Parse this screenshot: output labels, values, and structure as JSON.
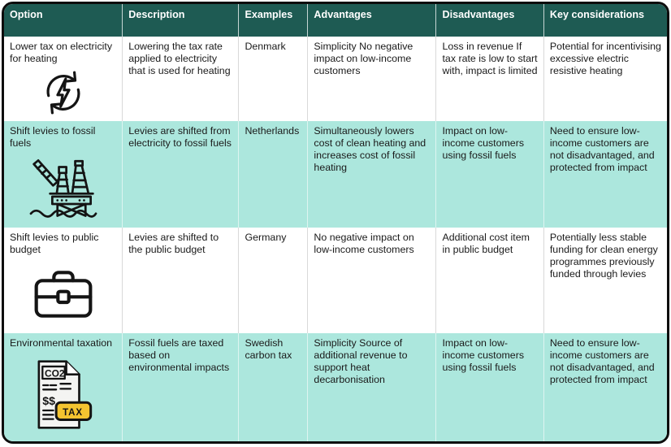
{
  "table": {
    "columns": [
      "Option",
      "Description",
      "Examples",
      "Advantages",
      "Disadvantages",
      "Key considerations"
    ],
    "rows": [
      {
        "option": "Lower tax on electricity for heating",
        "icon": "electricity-cycle-icon",
        "description": "Lowering the tax rate applied to electricity that is used for heating",
        "examples": "Denmark",
        "advantages": "Simplicity No negative impact on low-income customers",
        "disadvantages": "Loss in revenue If tax rate is low to start with, impact is limited",
        "key_considerations": "Potential for incentivising excessive electric resistive heating"
      },
      {
        "option": "Shift levies to fossil fuels",
        "icon": "oil-rig-icon",
        "description": "Levies are shifted from electricity to fossil fuels",
        "examples": "Netherlands",
        "advantages": "Simultaneously lowers cost of clean heating and increases cost of fossil heating",
        "disadvantages": "Impact on low-income customers using fossil fuels",
        "key_considerations": "Need to ensure low-income customers are not disadvantaged, and protected from impact"
      },
      {
        "option": "Shift levies to public budget",
        "icon": "briefcase-icon",
        "description": "Levies are shifted to the public budget",
        "examples": "Germany",
        "advantages": "No negative impact on low-income customers",
        "disadvantages": "Additional cost item in public budget",
        "key_considerations": "Potentially less stable funding for clean energy programmes previously funded through levies"
      },
      {
        "option": "Environmental taxation",
        "icon": "co2-tax-document-icon",
        "description": "Fossil fuels are taxed based on environmental impacts",
        "examples": "Swedish carbon tax",
        "advantages": "Simplicity Source of additional revenue to support heat decarbonisation",
        "disadvantages": "Impact on low-income customers using fossil fuels",
        "key_considerations": "Need to ensure low-income customers are not disadvantaged, and protected from impact"
      }
    ]
  },
  "icon_text": {
    "co2": "CO2",
    "dollars": "$$",
    "tax": "TAX"
  },
  "colors": {
    "header_bg": "#1E5B53",
    "header_text": "#FFFFFF",
    "row_white_bg": "#FFFFFF",
    "row_teal_bg": "#ACE7DD",
    "body_text": "#1A1A1A",
    "outer_border": "#0D0D0D",
    "tax_badge_bg": "#F4C430"
  }
}
